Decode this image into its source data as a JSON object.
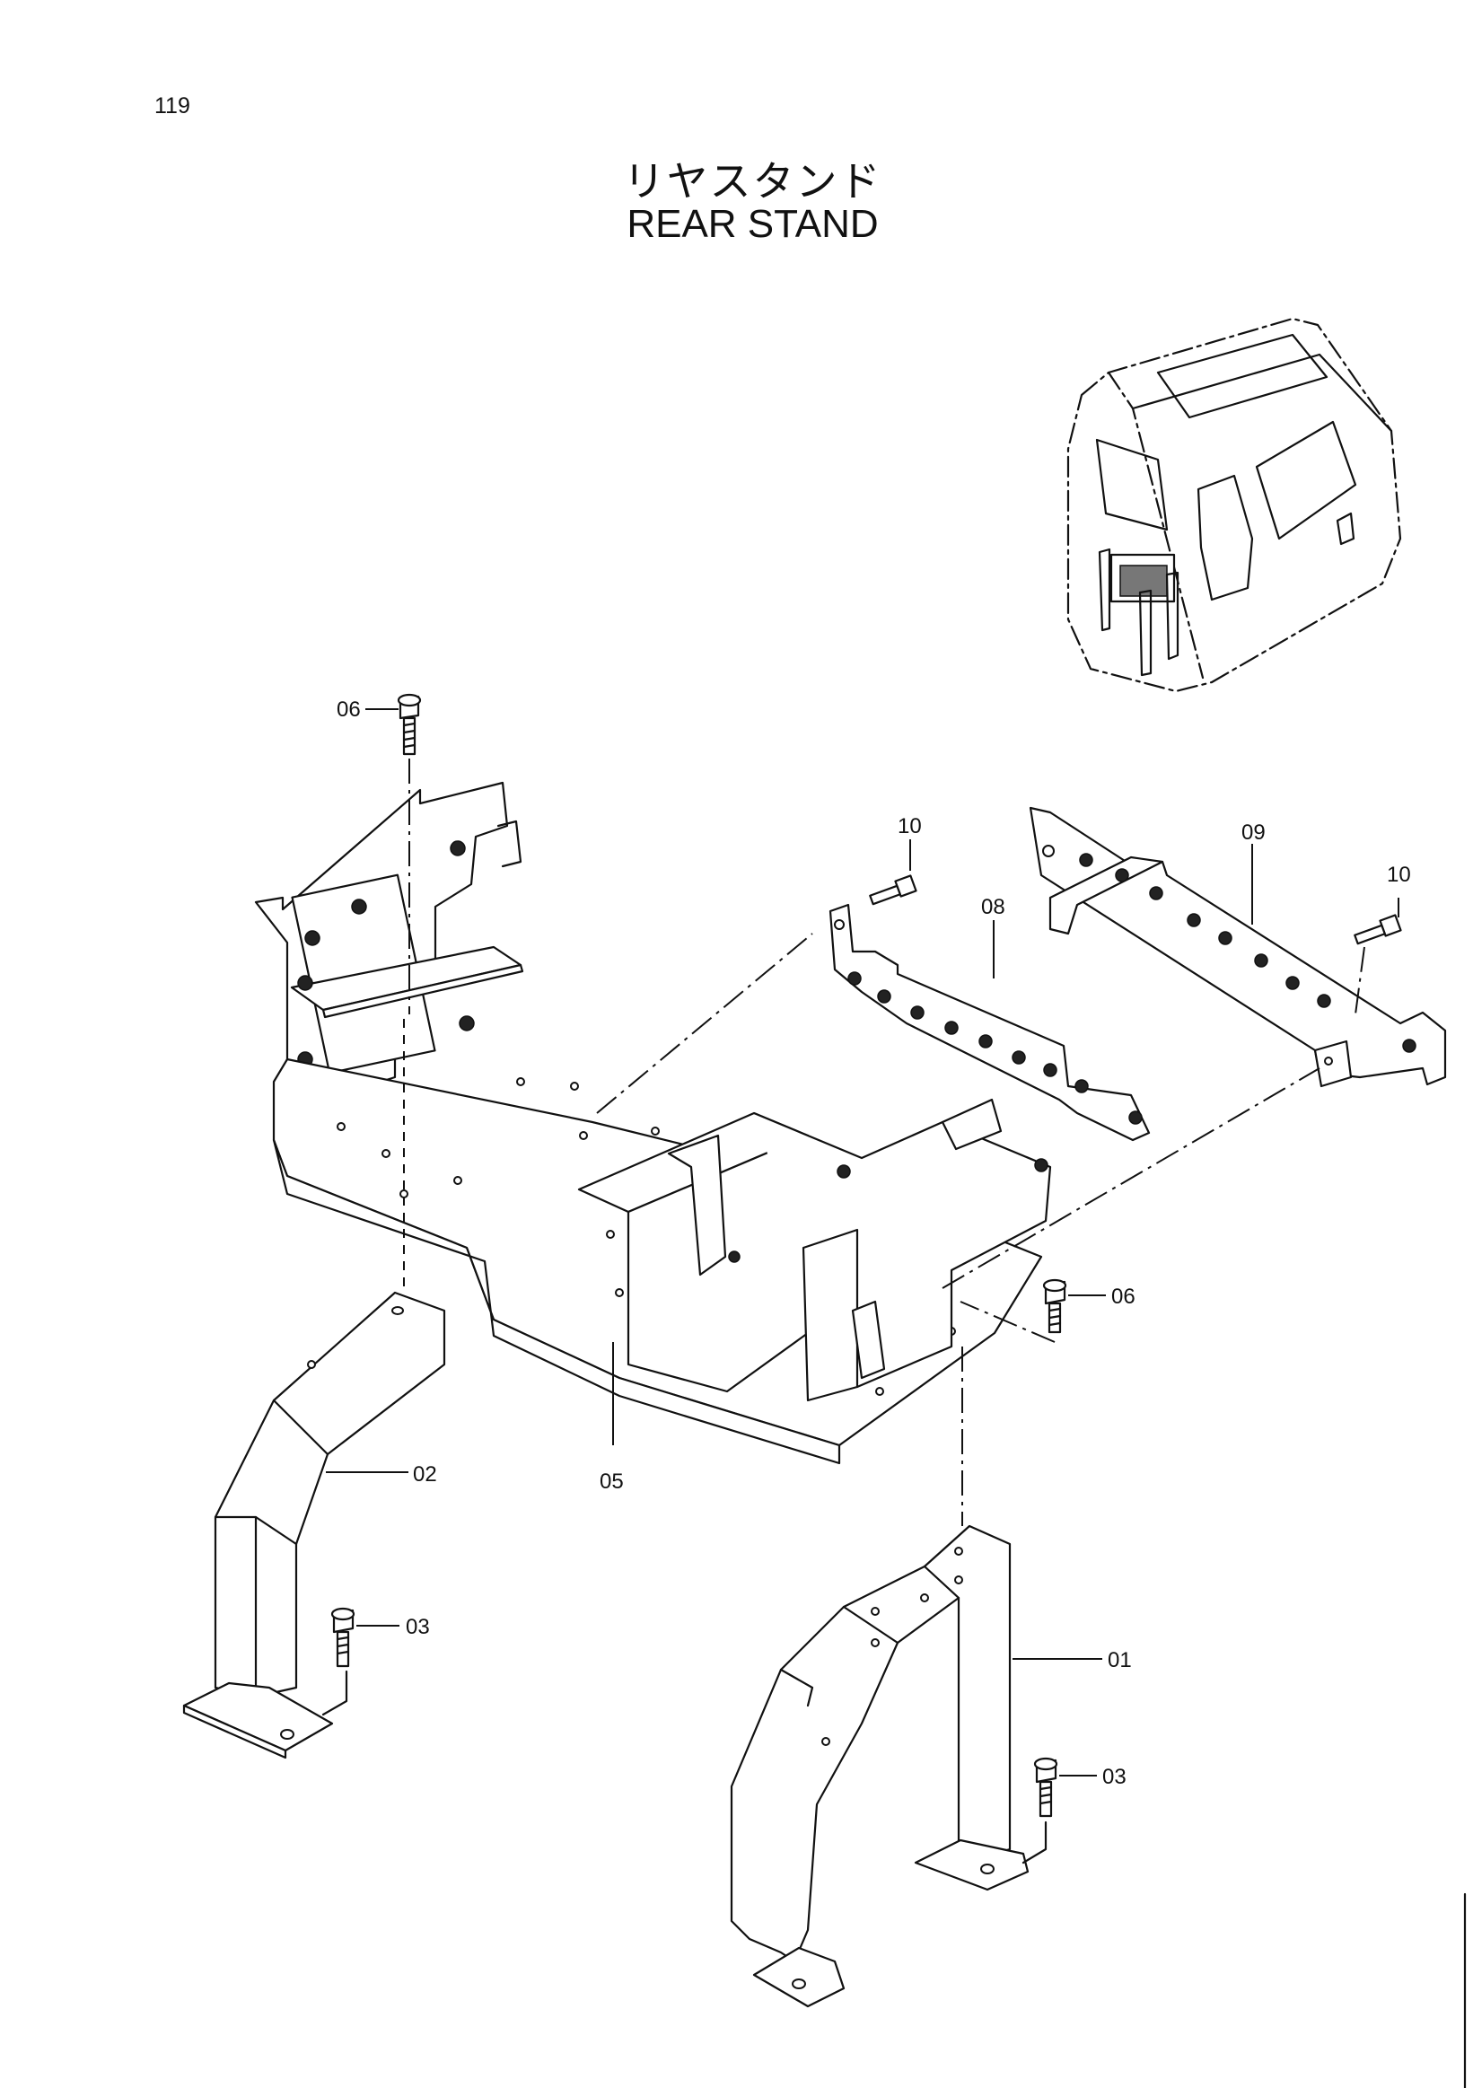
{
  "page": {
    "number": "119"
  },
  "title": {
    "japanese": "リヤスタンド",
    "english": "REAR STAND"
  },
  "callouts": [
    {
      "id": "callout-06-top",
      "label": "06"
    },
    {
      "id": "callout-10-left",
      "label": "10"
    },
    {
      "id": "callout-08",
      "label": "08"
    },
    {
      "id": "callout-09",
      "label": "09"
    },
    {
      "id": "callout-10-right",
      "label": "10"
    },
    {
      "id": "callout-06-right",
      "label": "06"
    },
    {
      "id": "callout-02",
      "label": "02"
    },
    {
      "id": "callout-05",
      "label": "05"
    },
    {
      "id": "callout-03-left",
      "label": "03"
    },
    {
      "id": "callout-01",
      "label": "01"
    },
    {
      "id": "callout-03-right",
      "label": "03"
    }
  ]
}
